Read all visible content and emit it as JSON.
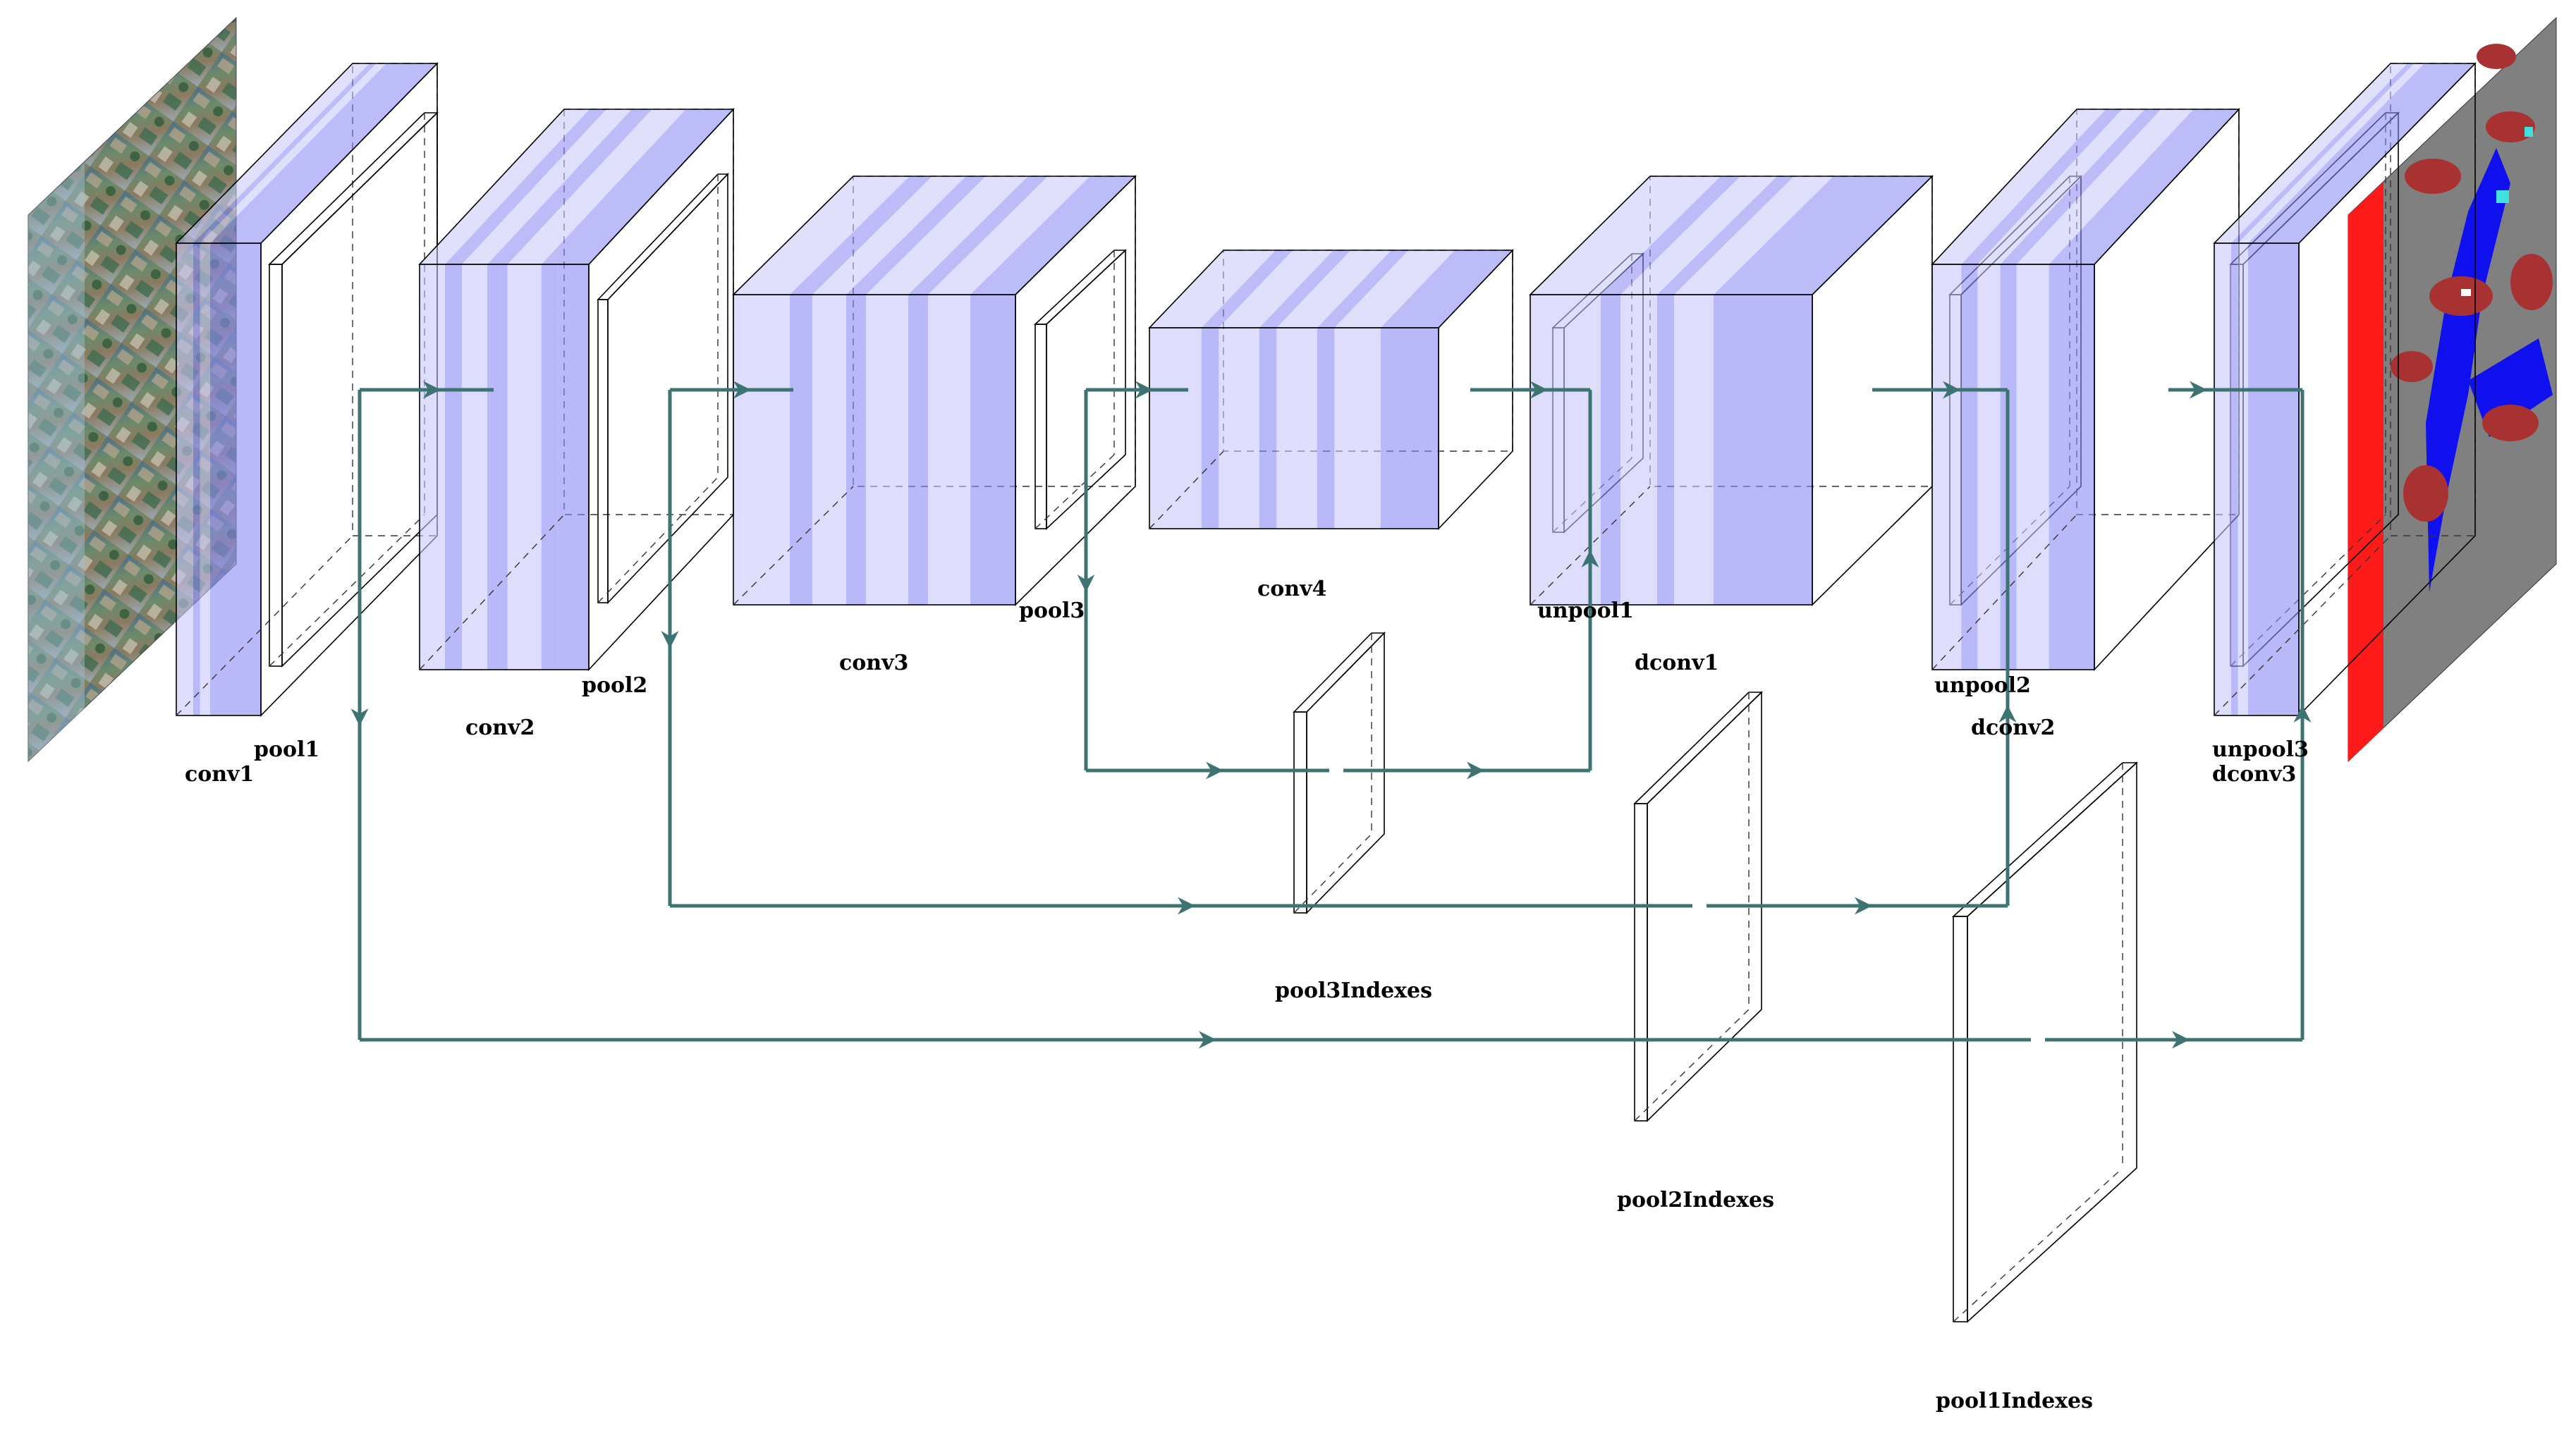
{
  "colors": {
    "conv_light": "#c8c8fa",
    "conv_dark": "#8a8af5",
    "pool": "#c47ec2",
    "unpool": "#f0a6c8",
    "indexes": "#fcc8c8",
    "arrow": "#3d7373"
  },
  "labels": {
    "conv1": "conv1",
    "pool1": "pool1",
    "conv2": "conv2",
    "pool2": "pool2",
    "conv3": "conv3",
    "pool3": "pool3",
    "conv4": "conv4",
    "unpool1": "unpool1",
    "dconv1": "dconv1",
    "unpool2": "unpool2",
    "dconv2": "dconv2",
    "unpool3": "unpool3",
    "dconv3": "dconv3",
    "pool3Indexes": "pool3Indexes",
    "pool2Indexes": "pool2Indexes",
    "pool1Indexes": "pool1Indexes"
  },
  "images": {
    "input": "satellite-image",
    "output": "segmentation-map"
  }
}
